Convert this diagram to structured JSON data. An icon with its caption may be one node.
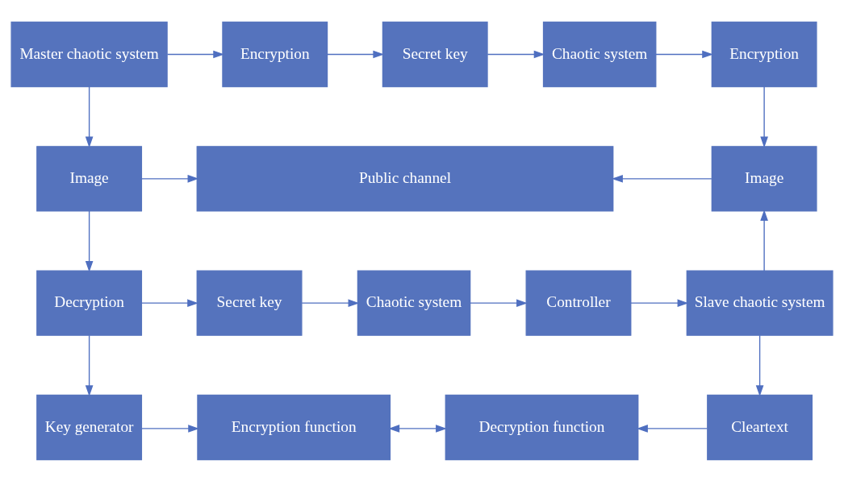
{
  "diagram": {
    "nodes": [
      {
        "text": [
          "Master chaotic system"
        ]
      },
      {
        "text": [
          "Encryption"
        ]
      },
      {
        "text": [
          "Secret key"
        ]
      },
      {
        "text": [
          "Chaotic system"
        ]
      },
      {
        "text": [
          "Encryption"
        ]
      },
      {
        "text": [
          "Image"
        ]
      },
      {
        "text": [
          "Public channel"
        ]
      },
      {
        "text": [
          "Image"
        ]
      },
      {
        "text": [
          "Decryption"
        ]
      },
      {
        "text": [
          "Secret key"
        ]
      },
      {
        "text": [
          "Chaotic system"
        ]
      },
      {
        "text": [
          "Controller"
        ]
      },
      {
        "text": [
          "Slave chaotic system"
        ]
      },
      {
        "text": [
          "Key generator"
        ]
      },
      {
        "text": [
          "Encryption function"
        ]
      },
      {
        "text": [
          "Decryption function"
        ]
      },
      {
        "text": [
          "Cleartext"
        ]
      }
    ],
    "edges": [
      {
        "from": 0,
        "to": 1,
        "arrow": "to"
      },
      {
        "from": 1,
        "to": 2,
        "arrow": "to"
      },
      {
        "from": 2,
        "to": 3,
        "arrow": "to"
      },
      {
        "from": 3,
        "to": 4,
        "arrow": "to"
      },
      {
        "from": 0,
        "to": 5,
        "arrow": "to"
      },
      {
        "from": 4,
        "to": 7,
        "arrow": "to"
      },
      {
        "from": 5,
        "to": 6,
        "arrow": "to"
      },
      {
        "from": 7,
        "to": 6,
        "arrow": "to"
      },
      {
        "from": 5,
        "to": 8,
        "arrow": "to"
      },
      {
        "from": 8,
        "to": 9,
        "arrow": "to"
      },
      {
        "from": 9,
        "to": 10,
        "arrow": "to"
      },
      {
        "from": 10,
        "to": 11,
        "arrow": "to"
      },
      {
        "from": 11,
        "to": 12,
        "arrow": "to"
      },
      {
        "from": 12,
        "to": 7,
        "arrow": "to"
      },
      {
        "from": 8,
        "to": 13,
        "arrow": "to"
      },
      {
        "from": 12,
        "to": 16,
        "arrow": "to"
      },
      {
        "from": 13,
        "to": 14,
        "arrow": "to"
      },
      {
        "from": 14,
        "to": 15,
        "arrow": "both"
      },
      {
        "from": 16,
        "to": 15,
        "arrow": "to"
      }
    ]
  }
}
